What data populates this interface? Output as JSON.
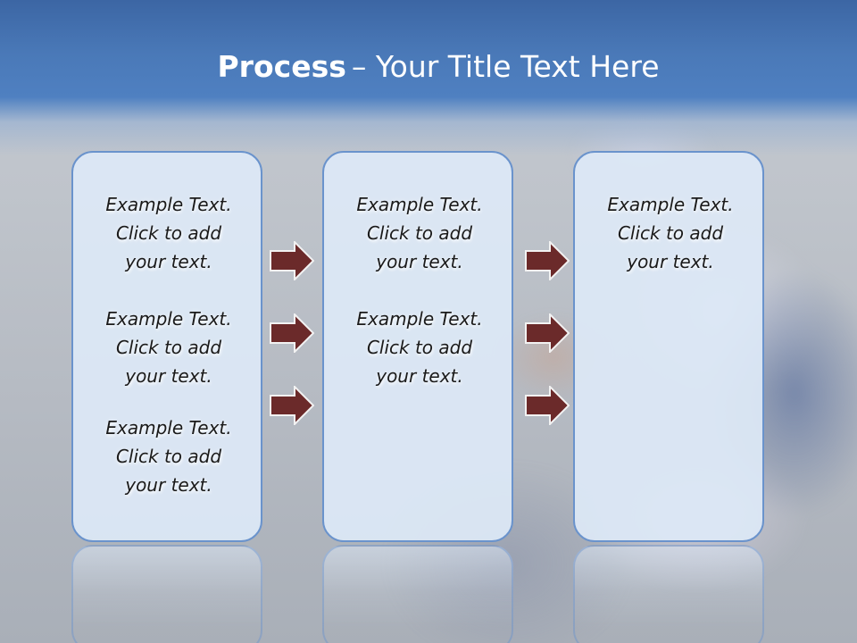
{
  "title": {
    "bold": "Process",
    "rest": "– Your Title Text Here"
  },
  "panels": [
    {
      "blocks": [
        {
          "line1": "Example Text.",
          "line2": "Click  to add",
          "line3": "your text."
        },
        {
          "line1": "Example Text.",
          "line2": "Click  to add",
          "line3": "your text."
        },
        {
          "line1": "Example Text.",
          "line2": "Click  to add",
          "line3": "your text."
        }
      ]
    },
    {
      "blocks": [
        {
          "line1": "Example Text.",
          "line2": "Click  to add",
          "line3": "your text."
        },
        {
          "line1": "Example Text.",
          "line2": "Click  to add",
          "line3": "your text."
        }
      ]
    },
    {
      "blocks": [
        {
          "line1": "Example Text.",
          "line2": "Click  to add",
          "line3": "your text."
        }
      ]
    }
  ],
  "colors": {
    "header": "#4a79b8",
    "panel_border": "#6a93cc",
    "panel_fill": "#dde8f6",
    "arrow_fill": "#6b2a2a"
  },
  "icons": [
    "right-arrow-icon"
  ]
}
